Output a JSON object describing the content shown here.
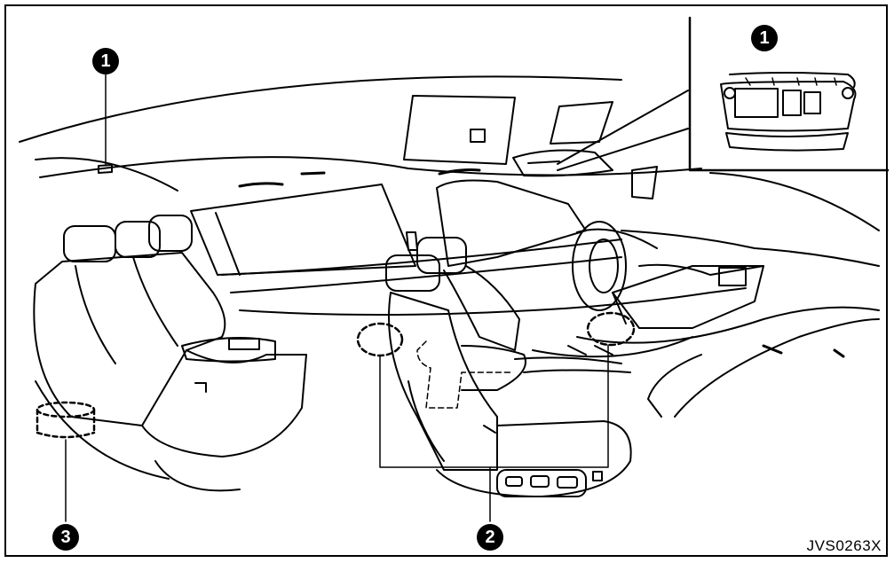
{
  "callouts": {
    "c1_left": "1",
    "c1_inset": "1",
    "c2": "2",
    "c3": "3"
  },
  "image_code": "JVS0263X",
  "colors": {
    "line": "#000000",
    "background": "#ffffff"
  }
}
